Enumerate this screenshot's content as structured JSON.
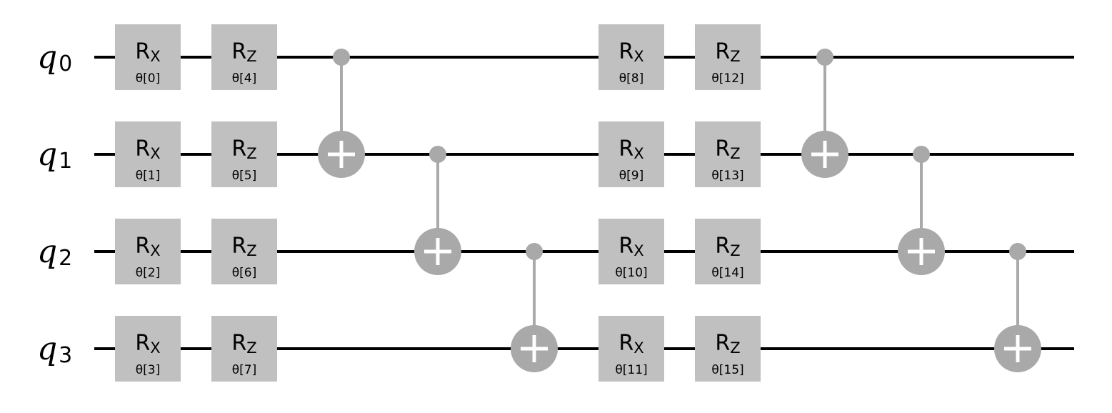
{
  "colors": {
    "wire": "#000000",
    "gate_fill": "#c0c0c0",
    "cx_color": "#a9a9a9",
    "plus": "#ffffff"
  },
  "qubits": [
    {
      "letter": "q",
      "index": "0"
    },
    {
      "letter": "q",
      "index": "1"
    },
    {
      "letter": "q",
      "index": "2"
    },
    {
      "letter": "q",
      "index": "3"
    }
  ],
  "gates": [
    {
      "column": 0,
      "qubit": 0,
      "name": "R",
      "sub": "X",
      "param": "θ[0]"
    },
    {
      "column": 0,
      "qubit": 1,
      "name": "R",
      "sub": "X",
      "param": "θ[1]"
    },
    {
      "column": 0,
      "qubit": 2,
      "name": "R",
      "sub": "X",
      "param": "θ[2]"
    },
    {
      "column": 0,
      "qubit": 3,
      "name": "R",
      "sub": "X",
      "param": "θ[3]"
    },
    {
      "column": 1,
      "qubit": 0,
      "name": "R",
      "sub": "Z",
      "param": "θ[4]"
    },
    {
      "column": 1,
      "qubit": 1,
      "name": "R",
      "sub": "Z",
      "param": "θ[5]"
    },
    {
      "column": 1,
      "qubit": 2,
      "name": "R",
      "sub": "Z",
      "param": "θ[6]"
    },
    {
      "column": 1,
      "qubit": 3,
      "name": "R",
      "sub": "Z",
      "param": "θ[7]"
    },
    {
      "column": 6,
      "qubit": 0,
      "name": "R",
      "sub": "X",
      "param": "θ[8]"
    },
    {
      "column": 6,
      "qubit": 1,
      "name": "R",
      "sub": "X",
      "param": "θ[9]"
    },
    {
      "column": 6,
      "qubit": 2,
      "name": "R",
      "sub": "X",
      "param": "θ[10]"
    },
    {
      "column": 6,
      "qubit": 3,
      "name": "R",
      "sub": "X",
      "param": "θ[11]"
    },
    {
      "column": 7,
      "qubit": 0,
      "name": "R",
      "sub": "Z",
      "param": "θ[12]"
    },
    {
      "column": 7,
      "qubit": 1,
      "name": "R",
      "sub": "Z",
      "param": "θ[13]"
    },
    {
      "column": 7,
      "qubit": 2,
      "name": "R",
      "sub": "Z",
      "param": "θ[14]"
    },
    {
      "column": 7,
      "qubit": 3,
      "name": "R",
      "sub": "Z",
      "param": "θ[15]"
    }
  ],
  "cnots": [
    {
      "column": 2,
      "control": 0,
      "target": 1
    },
    {
      "column": 3,
      "control": 1,
      "target": 2
    },
    {
      "column": 4,
      "control": 2,
      "target": 3
    },
    {
      "column": 8,
      "control": 0,
      "target": 1
    },
    {
      "column": 9,
      "control": 1,
      "target": 2
    },
    {
      "column": 10,
      "control": 2,
      "target": 3
    }
  ]
}
